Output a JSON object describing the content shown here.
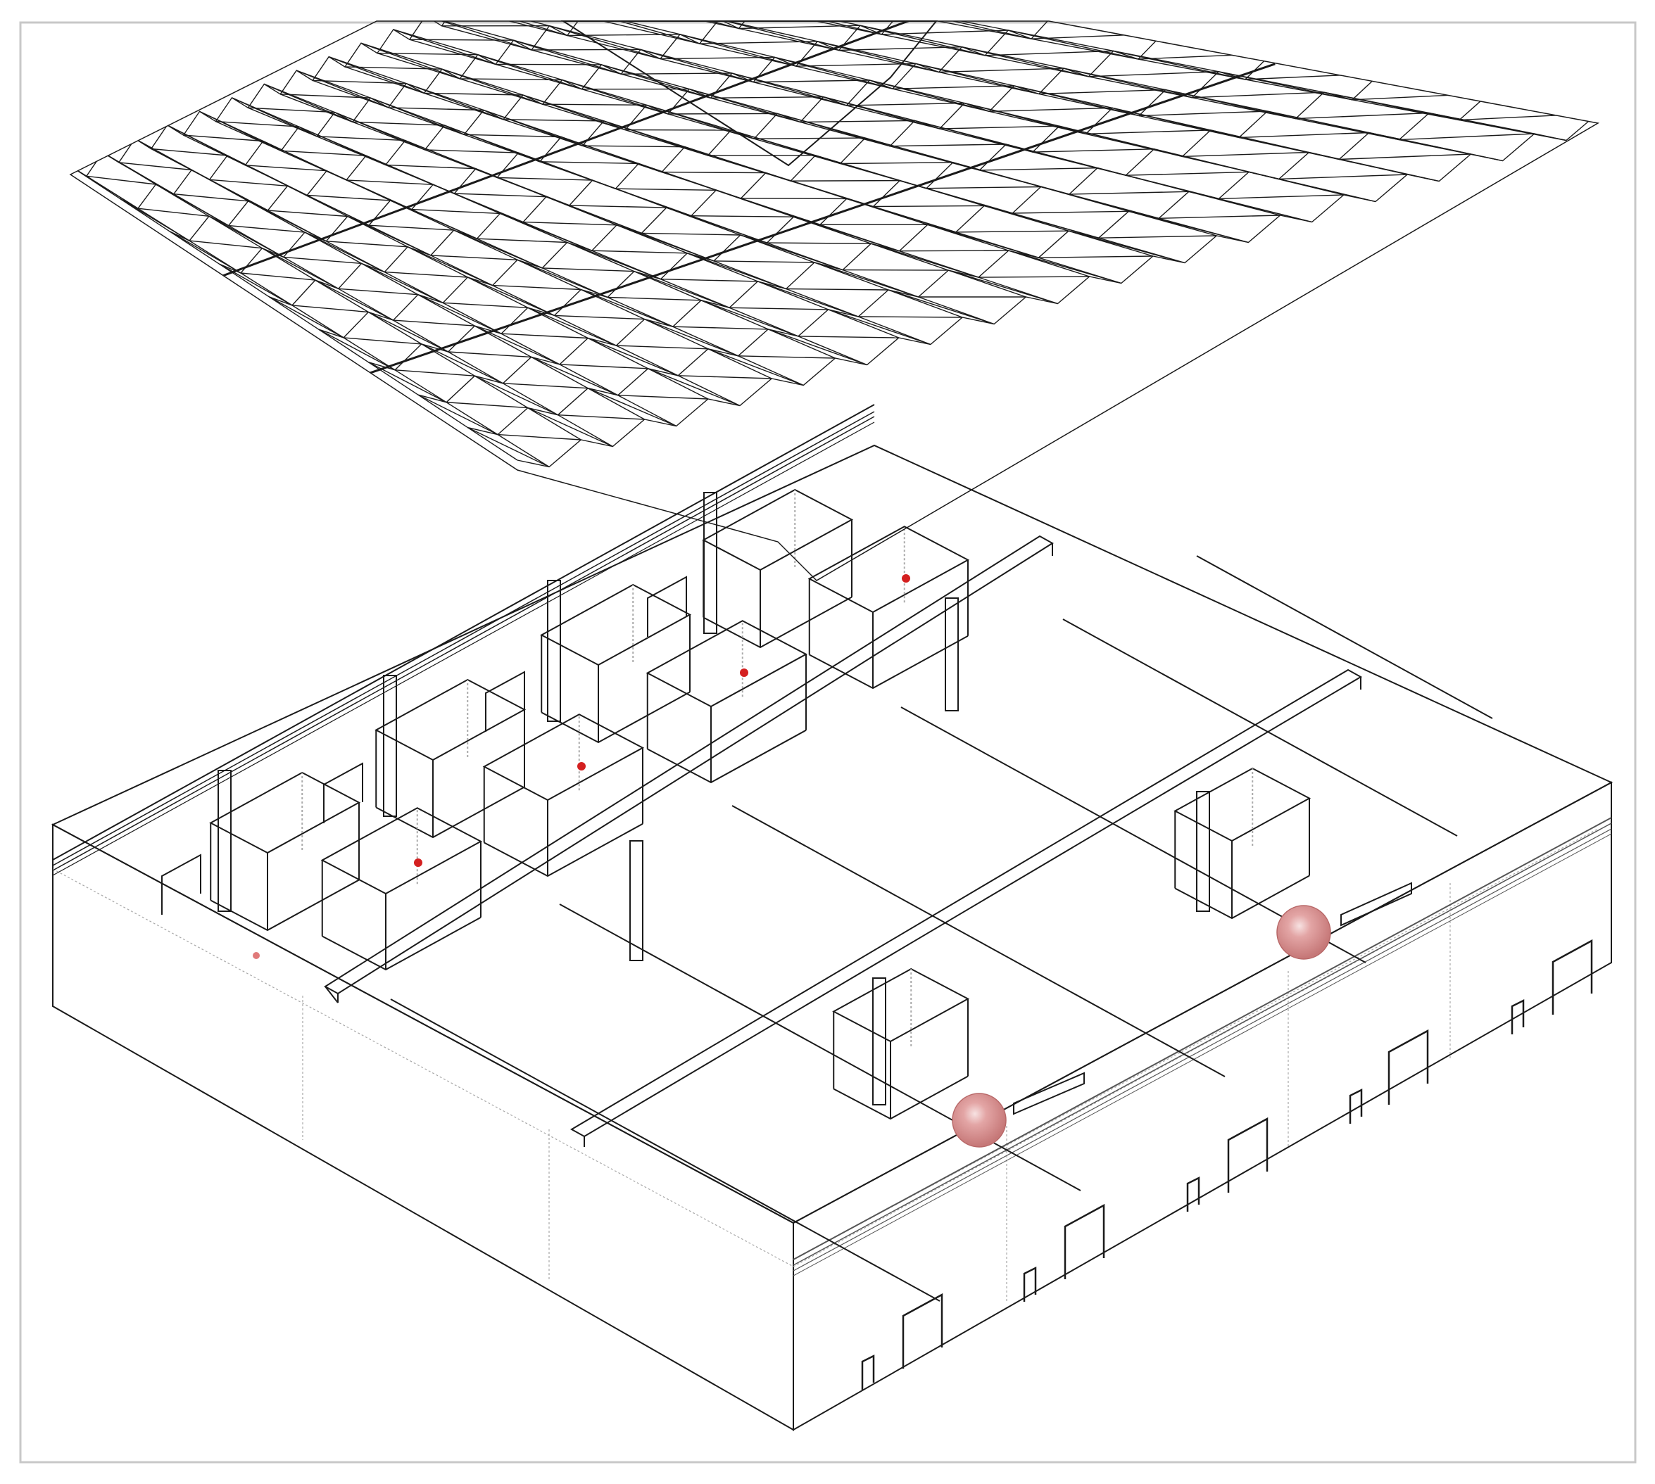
{
  "figure": {
    "kind": "axonometric exploded wireframe",
    "colors": {
      "line": "#1a1a1a",
      "faint_line": "#9a9a9a",
      "frame": "#c8c8c8",
      "marker": "#d42020",
      "sphere": "#d98a8a",
      "sphere_edge": "#b86868"
    },
    "parts": [
      "folded-roof",
      "building-box",
      "interior-beams",
      "interior-columns",
      "interior-boxes",
      "wall-doors",
      "sensor-points",
      "light-spheres"
    ]
  }
}
